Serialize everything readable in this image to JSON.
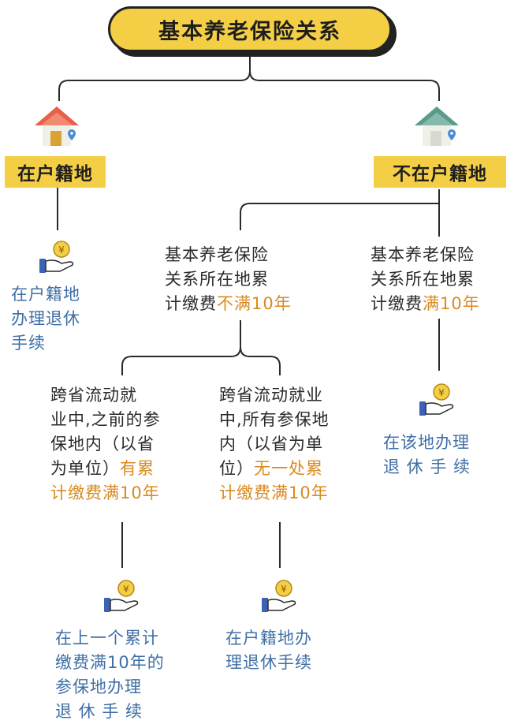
{
  "title": "基本养老保险关系",
  "left": {
    "label": "在户籍地",
    "result": [
      "在户籍地",
      "办理退休",
      "手续"
    ]
  },
  "right": {
    "label": "不在户籍地",
    "under10": {
      "lines": [
        "基本养老保险",
        "关系所在地累"
      ],
      "line3_prefix": "计缴费",
      "line3_highlight": "不满10年"
    },
    "over10": {
      "lines": [
        "基本养老保险",
        "关系所在地累"
      ],
      "line3_prefix": "计缴费",
      "line3_highlight": "满10年",
      "result": [
        "在该地办理",
        "退 休 手 续"
      ]
    }
  },
  "branchA": {
    "lines": [
      "跨省流动就",
      "业中,之前的参",
      "保地内（以省"
    ],
    "line4_prefix": "为单位）",
    "line4_highlight": "有累",
    "line5_highlight": "计缴费满10年",
    "result": [
      "在上一个累计",
      "缴费满10年的",
      "参保地办理",
      "退 休 手 续"
    ]
  },
  "branchB": {
    "lines": [
      "跨省流动就业",
      "中,所有参保地",
      "内（以省为单"
    ],
    "line4_prefix": "位）",
    "line4_highlight": "无一处累",
    "line5_highlight": "计缴费满10年",
    "result": [
      "在户籍地办",
      "理退休手续"
    ]
  },
  "colors": {
    "yellow": "#f4cf46",
    "blue_text": "#3f6fa6",
    "orange_text": "#d98a1f",
    "house_left_roof": "#e8604c",
    "house_right_roof": "#5a9c8c"
  },
  "icons": [
    "house-icon",
    "location-pin-icon",
    "hand-coin-icon"
  ]
}
